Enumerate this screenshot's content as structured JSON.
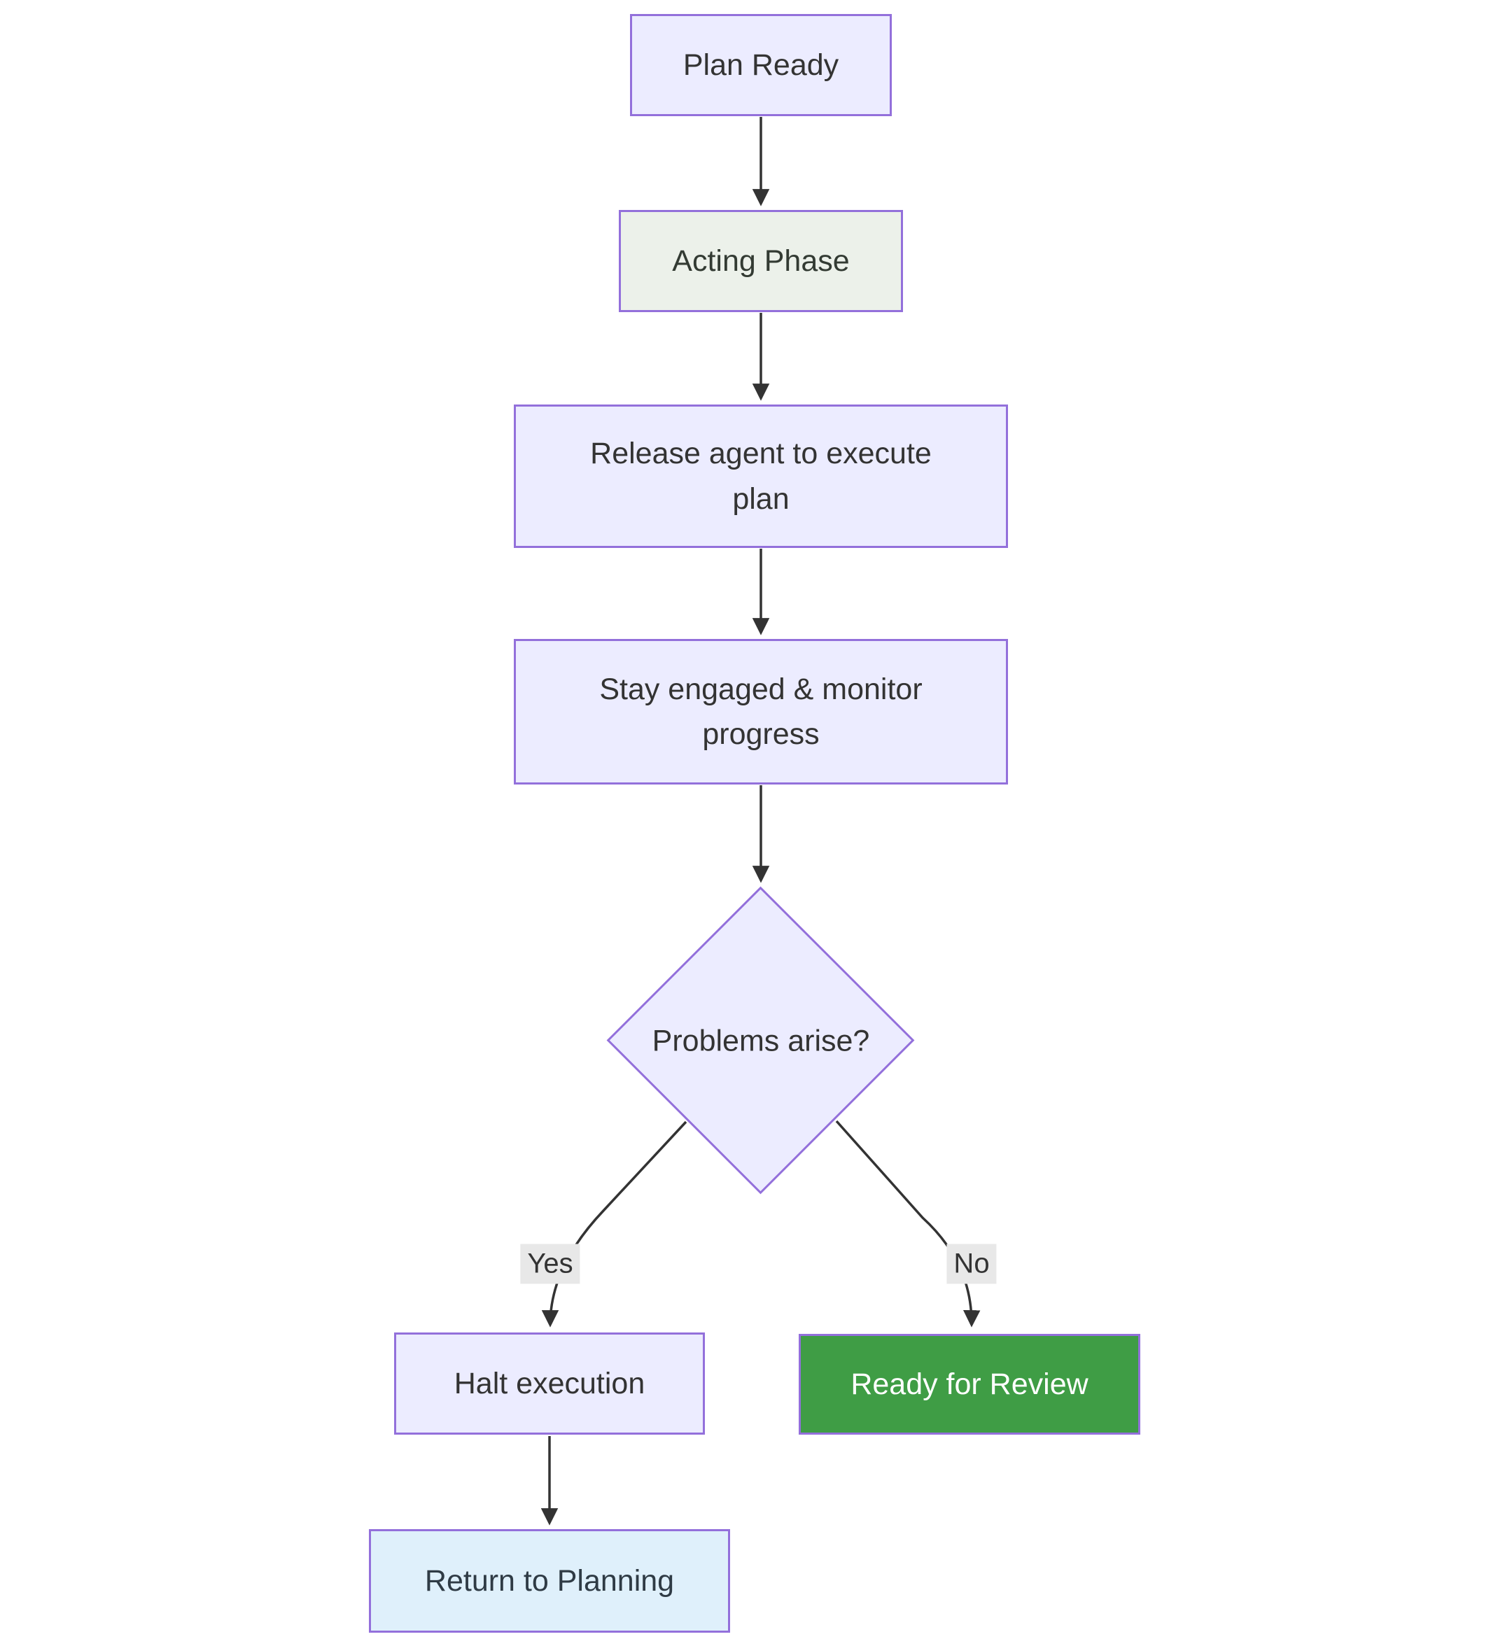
{
  "diagram_type": "flowchart",
  "colors": {
    "background": "#FFFFFF",
    "node_fill_default": "#ECECFF",
    "node_border": "#9370DB",
    "acting_phase_fill": "#ECF1EA",
    "success_fill": "#3F9D45",
    "success_text": "#FFFFFF",
    "return_planning_fill": "#DFF0FB",
    "node_text": "#333333",
    "edge_stroke": "#333333",
    "edge_label_bg": "#E8E8E8"
  },
  "nodes": {
    "plan_ready": {
      "label": "Plan Ready",
      "shape": "rect"
    },
    "acting_phase": {
      "label": "Acting Phase",
      "shape": "rect"
    },
    "release_agent": {
      "label": "Release agent to execute plan",
      "shape": "rect"
    },
    "stay_engaged": {
      "label": "Stay engaged & monitor progress",
      "shape": "rect"
    },
    "problems_arise": {
      "label": "Problems arise?",
      "shape": "decision"
    },
    "halt_execution": {
      "label": "Halt execution",
      "shape": "rect"
    },
    "ready_review": {
      "label": "Ready for Review",
      "shape": "rect"
    },
    "return_planning": {
      "label": "Return to Planning",
      "shape": "rect"
    }
  },
  "edges": [
    {
      "from": "plan_ready",
      "to": "acting_phase",
      "label": ""
    },
    {
      "from": "acting_phase",
      "to": "release_agent",
      "label": ""
    },
    {
      "from": "release_agent",
      "to": "stay_engaged",
      "label": ""
    },
    {
      "from": "stay_engaged",
      "to": "problems_arise",
      "label": ""
    },
    {
      "from": "problems_arise",
      "to": "halt_execution",
      "label": "Yes"
    },
    {
      "from": "problems_arise",
      "to": "ready_review",
      "label": "No"
    },
    {
      "from": "halt_execution",
      "to": "return_planning",
      "label": ""
    }
  ]
}
